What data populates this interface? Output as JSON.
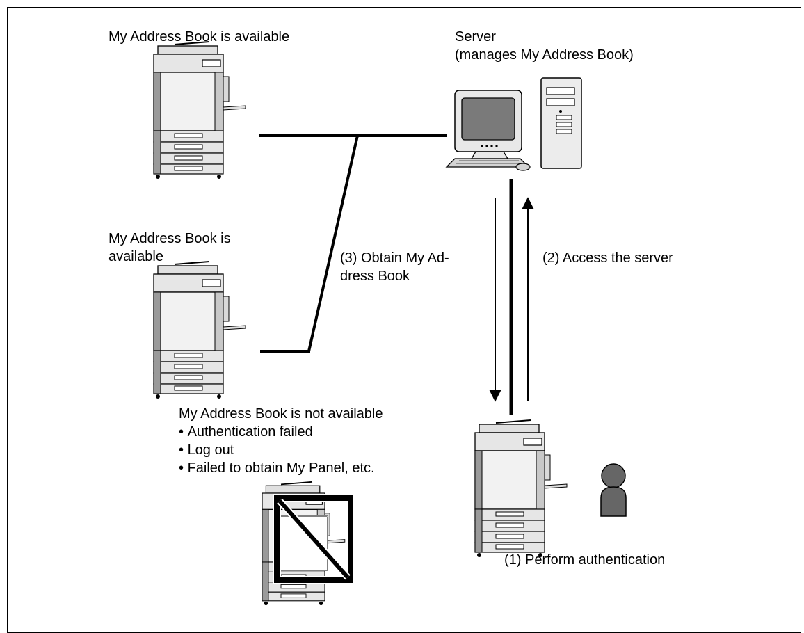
{
  "labels": {
    "mfp_top": "My Address Book is available",
    "server_line1": "Server",
    "server_line2": "(manages My Address Book)",
    "mfp_middle_line1": "My Address Book is",
    "mfp_middle_line2": "available",
    "obtain_line1": "(3) Obtain My Ad-",
    "obtain_line2": "dress Book",
    "access": "(2) Access the server",
    "not_available": {
      "heading": "My Address Book is not available",
      "reasons": [
        "Authentication failed",
        "Log out",
        "Failed to obtain My Panel, etc."
      ]
    },
    "authenticate": "(1) Perform authentication"
  },
  "colors": {
    "line": "#000000",
    "device_body": "#f2f2f2",
    "device_shade": "#8c8c8c",
    "monitor_screen": "#7a7a7a",
    "person": "#666666"
  }
}
